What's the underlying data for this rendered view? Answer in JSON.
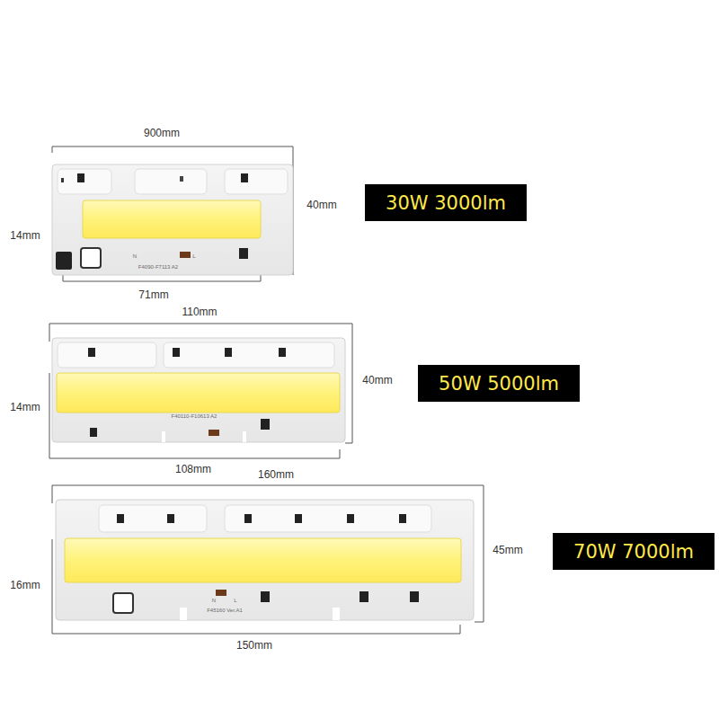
{
  "diagram": {
    "nodes": [
      {
        "text": [
          "30W 3000lm"
        ]
      },
      {
        "text": [
          "50W 5000lm"
        ]
      },
      {
        "text": [
          "70W 7000lm"
        ]
      }
    ],
    "labels": [
      "900mm",
      "40mm",
      "14mm",
      "71mm",
      "N",
      "L",
      "F4090-F7113 A2",
      "110mm",
      "40mm",
      "14mm",
      "108mm",
      "F40110-F10613 A2",
      "160mm",
      "45mm",
      "16mm",
      "150mm",
      "N",
      "L",
      "F45160 Ver.A1"
    ]
  }
}
